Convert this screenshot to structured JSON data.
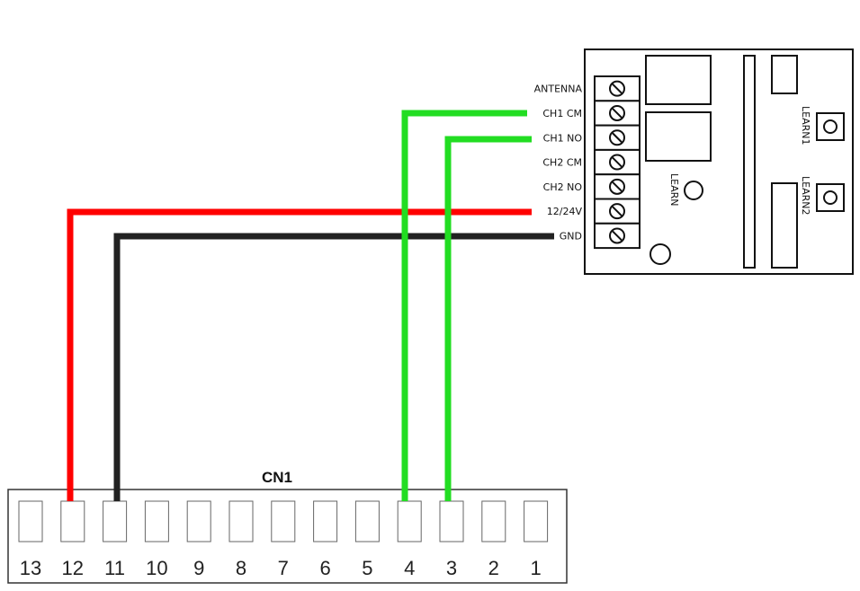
{
  "receiver": {
    "terminals": [
      {
        "id": "antenna",
        "label": "ANTENNA"
      },
      {
        "id": "ch1-cm",
        "label": "CH1 CM"
      },
      {
        "id": "ch1-no",
        "label": "CH1 NO"
      },
      {
        "id": "ch2-cm",
        "label": "CH2 CM"
      },
      {
        "id": "ch2-no",
        "label": "CH2 NO"
      },
      {
        "id": "power",
        "label": "12/24V"
      },
      {
        "id": "gnd",
        "label": "GND"
      }
    ],
    "learn_label": "LEARN",
    "learn1_label": "LEARN1",
    "learn2_label": "LEARN2"
  },
  "connector": {
    "title": "CN1",
    "pins": [
      "13",
      "12",
      "11",
      "10",
      "9",
      "8",
      "7",
      "6",
      "5",
      "4",
      "3",
      "2",
      "1"
    ]
  },
  "wires": [
    {
      "from": "12/24V",
      "to": "12",
      "color": "#ff0000"
    },
    {
      "from": "GND",
      "to": "11",
      "color": "#222222"
    },
    {
      "from": "CH1 CM",
      "to": "4",
      "color": "#22dd22"
    },
    {
      "from": "CH1 NO",
      "to": "3",
      "color": "#22dd22"
    }
  ]
}
